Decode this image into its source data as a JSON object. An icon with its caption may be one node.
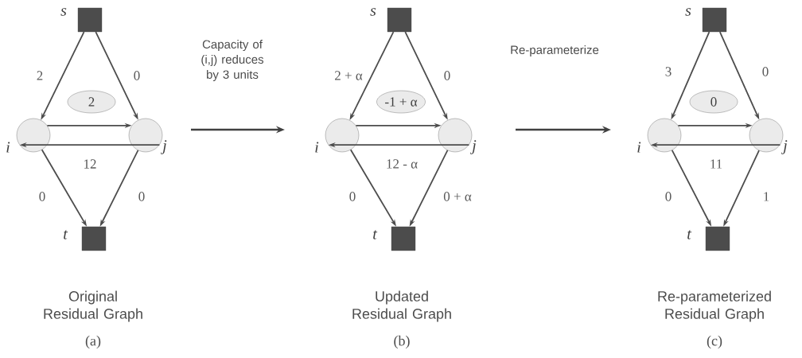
{
  "diagram": {
    "nodes": [
      {
        "text": [
          "s"
        ]
      },
      {
        "text": [
          "2"
        ]
      },
      {
        "text": [
          "i"
        ]
      },
      {
        "text": [
          "j"
        ]
      },
      {
        "text": [
          "t"
        ]
      },
      {
        "text": [
          "s"
        ]
      },
      {
        "text": [
          "-1 + α"
        ]
      },
      {
        "text": [
          "i"
        ]
      },
      {
        "text": [
          "j"
        ]
      },
      {
        "text": [
          "t"
        ]
      },
      {
        "text": [
          "s"
        ]
      },
      {
        "text": [
          "0"
        ]
      },
      {
        "text": [
          "i"
        ]
      },
      {
        "text": [
          "j"
        ]
      },
      {
        "text": [
          "t"
        ]
      }
    ],
    "edges": [
      {
        "from": 0,
        "to": 2,
        "arrow": "to",
        "label": "2"
      },
      {
        "from": 0,
        "to": 3,
        "arrow": "to",
        "label": "0"
      },
      {
        "from": 2,
        "to": 3,
        "arrow": "to"
      },
      {
        "from": 3,
        "to": 2,
        "arrow": "to",
        "label": "12"
      },
      {
        "from": 2,
        "to": 4,
        "arrow": "to",
        "label": "0"
      },
      {
        "from": 3,
        "to": 4,
        "arrow": "to",
        "label": "0"
      },
      {
        "from": 5,
        "to": 7,
        "arrow": "to",
        "label": "2 + α"
      },
      {
        "from": 5,
        "to": 8,
        "arrow": "to",
        "label": "0"
      },
      {
        "from": 7,
        "to": 8,
        "arrow": "to"
      },
      {
        "from": 8,
        "to": 7,
        "arrow": "to",
        "label": "12 - α"
      },
      {
        "from": 7,
        "to": 9,
        "arrow": "to",
        "label": "0"
      },
      {
        "from": 8,
        "to": 9,
        "arrow": "to",
        "label": "0 + α"
      },
      {
        "from": 10,
        "to": 12,
        "arrow": "to",
        "label": "3"
      },
      {
        "from": 10,
        "to": 13,
        "arrow": "to",
        "label": "0"
      },
      {
        "from": 12,
        "to": 13,
        "arrow": "to"
      },
      {
        "from": 13,
        "to": 12,
        "arrow": "to",
        "label": "11"
      },
      {
        "from": 12,
        "to": 14,
        "arrow": "to",
        "label": "0"
      },
      {
        "from": 13,
        "to": 14,
        "arrow": "to",
        "label": "1"
      }
    ],
    "labels": [
      "Capacity of (i,j) reduces by 3 units",
      "Re-parameterize",
      "Original Residual Graph",
      "Updated Residual Graph",
      "Re-parameterized Residual Graph",
      "(a)",
      "(b)",
      "(c)"
    ]
  }
}
